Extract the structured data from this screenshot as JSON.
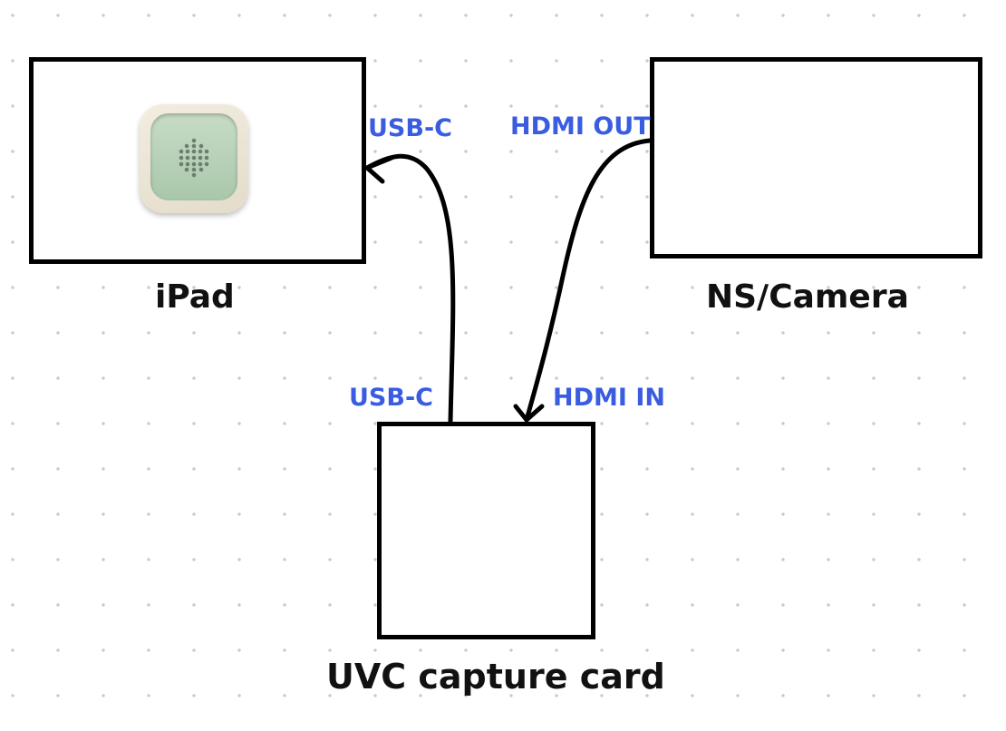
{
  "devices": {
    "ipad": {
      "label": "iPad",
      "icon": "capture-app-icon"
    },
    "camera": {
      "label": "NS/Camera"
    },
    "capture_card": {
      "label": "UVC capture card"
    }
  },
  "ports": {
    "ipad_usbc": "USB-C",
    "camera_hdmi_out": "HDMI OUT",
    "card_usbc": "USB-C",
    "card_hdmi_in": "HDMI IN"
  },
  "colors": {
    "port_label": "#3a5ce0",
    "stroke": "#000000",
    "grid_dot": "#c9c9c9"
  }
}
